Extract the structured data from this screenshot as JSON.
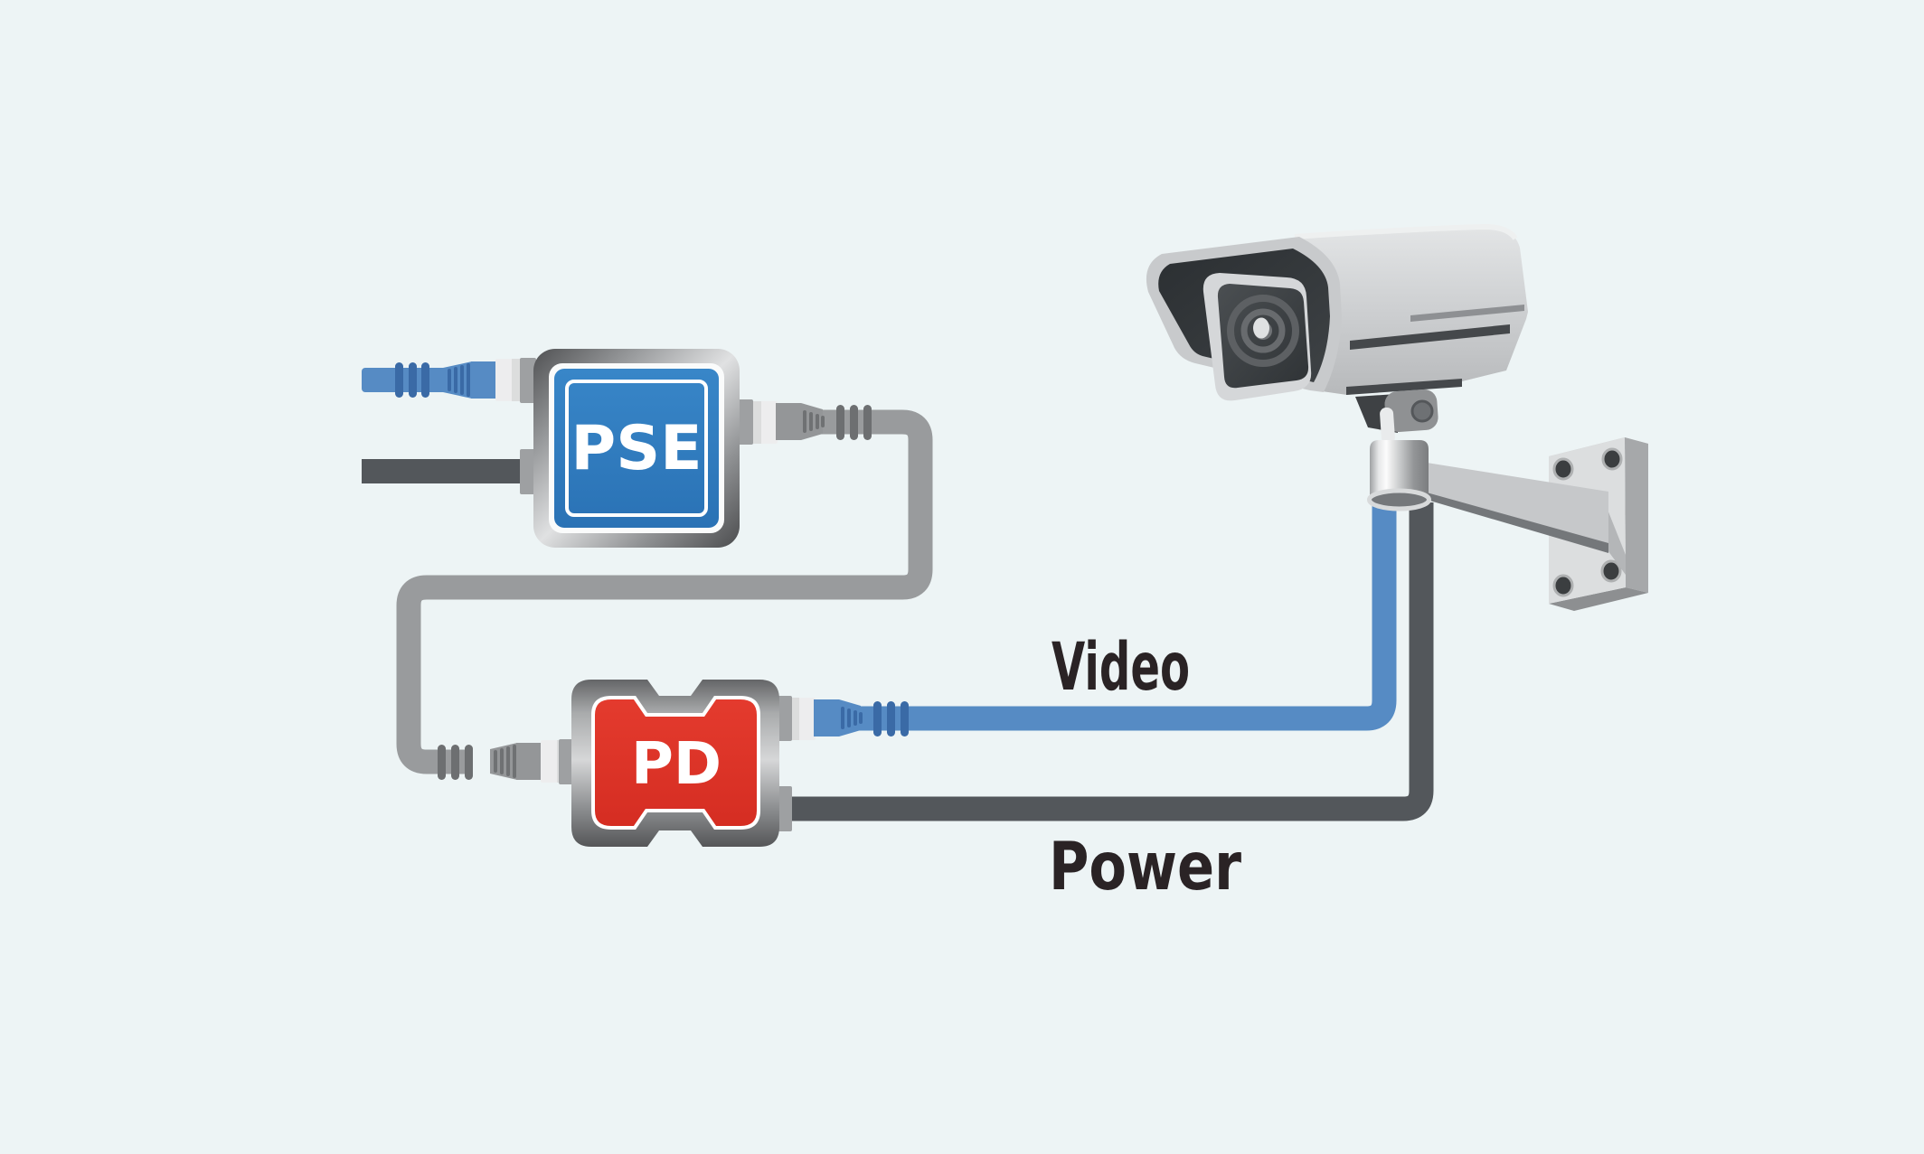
{
  "diagram": {
    "type": "poe-cctv-connection-diagram",
    "labels": {
      "pse": "PSE",
      "pd": "PD",
      "video": "Video",
      "power": "Power"
    },
    "icons": {
      "camera": "cctv-bullet-camera-icon",
      "pse_box": "pse-injector-box",
      "pd_box": "pd-splitter-box"
    },
    "colors": {
      "background": "#edf4f5",
      "pse_panel_blue": "#2f7cc0",
      "pd_panel_red": "#de352b",
      "video_cable_blue": "#568bc4",
      "blue_ring": "#3a6aa6",
      "poe_cable_gray": "#999b9d",
      "gray_ring": "#6d6f71",
      "power_cable_dark": "#53575b",
      "label_text": "#2a2325",
      "metal_light": "#d6d7d8",
      "metal_dark": "#555658"
    }
  }
}
